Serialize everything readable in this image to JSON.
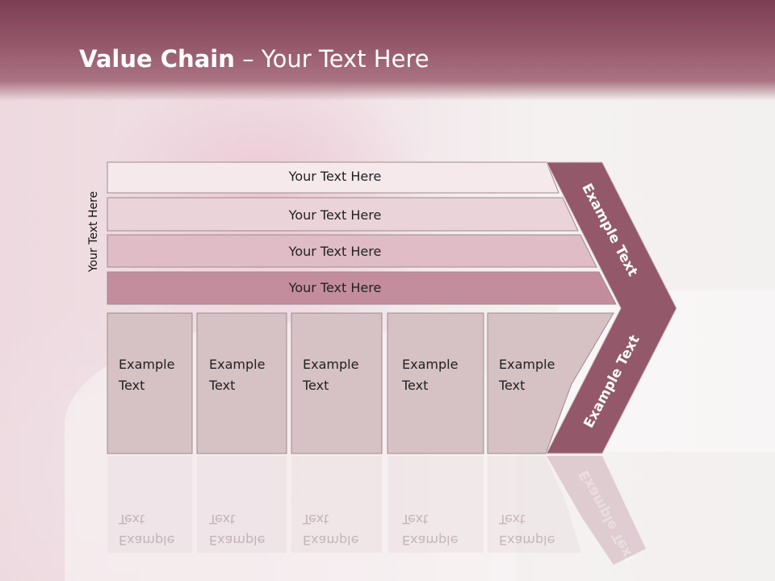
{
  "slide": {
    "title_bold": "Value Chain",
    "title_rest": " – Your Text Here",
    "side_label": "Your Text Here"
  },
  "bars": [
    {
      "label": "Your Text Here",
      "fill": "#f5e9ec"
    },
    {
      "label": "Your Text Here",
      "fill": "#ebd3da"
    },
    {
      "label": "Your Text Here",
      "fill": "#dfbcc6"
    },
    {
      "label": "Your Text Here",
      "fill": "#c48d9e"
    }
  ],
  "cells": [
    {
      "label": "Example\nText"
    },
    {
      "label": "Example\nText"
    },
    {
      "label": "Example\nText"
    },
    {
      "label": "Example\nText"
    },
    {
      "label": "Example\nText"
    }
  ],
  "chevron": {
    "top_label": "Example Text",
    "bottom_label": "Example Text",
    "fill": "#93596a"
  },
  "colors": {
    "header": "#8a4c60",
    "cell_fill": "#d6c1c5",
    "cell_border": "#9e8a8f"
  }
}
